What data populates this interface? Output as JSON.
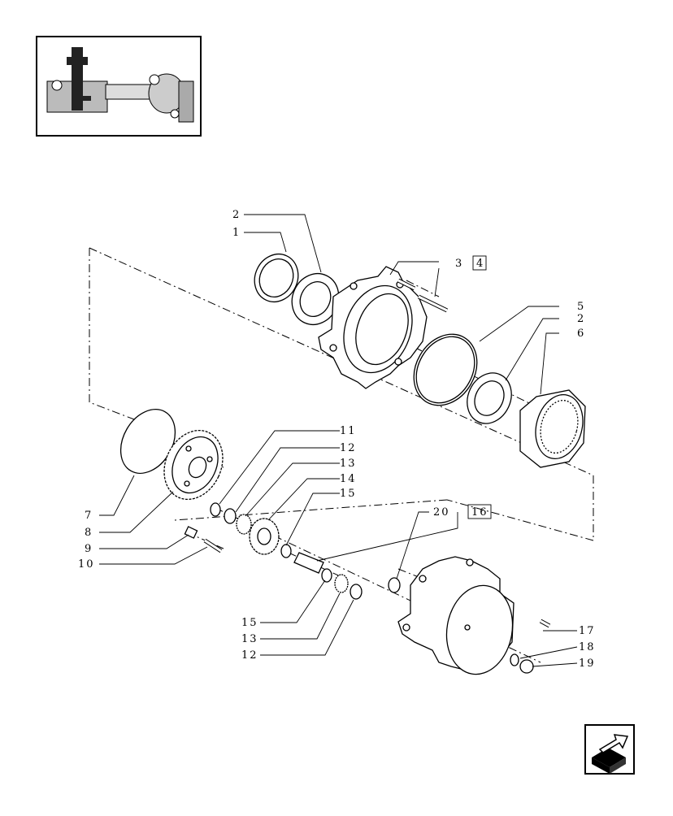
{
  "diagram": {
    "callouts": {
      "c1": "1",
      "c2a": "2",
      "c3": "3",
      "c4": "4",
      "c5": "5",
      "c2b": "2",
      "c6": "6",
      "c7": "7",
      "c8": "8",
      "c9": "9",
      "c10": "10",
      "c11": "11",
      "c12a": "12",
      "c13a": "13",
      "c14": "14",
      "c15a": "15",
      "c20": "20",
      "c16": "16",
      "c15b": "15",
      "c13b": "13",
      "c12b": "12",
      "c17": "17",
      "c18": "18",
      "c19": "19"
    },
    "icons": {
      "thumbnail": "axle-assembly-thumbnail-icon",
      "navigation": "next-page-arrow-icon"
    }
  }
}
